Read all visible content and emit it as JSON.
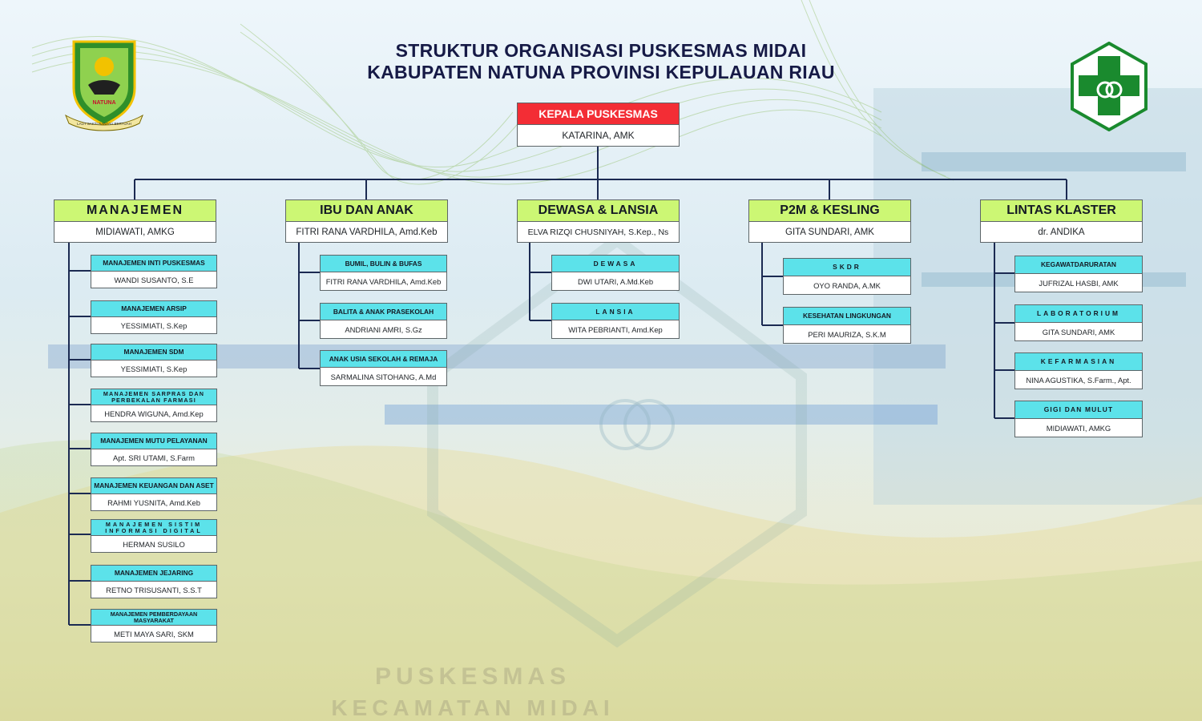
{
  "title": {
    "line1": "STRUKTUR ORGANISASI  PUSKESMAS MIDAI",
    "line2": "KABUPATEN NATUNA PROVINSI KEPULAUAN RIAU"
  },
  "logos": {
    "left_text": "NATUNA",
    "left_motto": "LAUT SAKTI RANTAU BERTUAH"
  },
  "background_text": {
    "line1": "PUSKESMAS",
    "line2": "KECAMATAN MIDAI"
  },
  "head": {
    "title": "KEPALA PUSKESMAS",
    "name": "KATARINA, AMK"
  },
  "departments": [
    {
      "title": "MANAJEMEN",
      "name": "MIDIAWATI, AMKG",
      "units": [
        {
          "title": "MANAJEMEN INTI PUSKESMAS",
          "name": "WANDI SUSANTO, S.E"
        },
        {
          "title": "MANAJEMEN ARSIP",
          "name": "YESSIMIATI, S.Kep"
        },
        {
          "title": "MANAJEMEN SDM",
          "name": "YESSIMIATI, S.Kep"
        },
        {
          "title": "MANAJEMEN SARPRAS DAN PERBEKALAN FARMASI",
          "name": "HENDRA WIGUNA, Amd.Kep"
        },
        {
          "title": "MANAJEMEN MUTU PELAYANAN",
          "name": "Apt. SRI UTAMI, S.Farm"
        },
        {
          "title": "MANAJEMEN KEUANGAN DAN ASET",
          "name": "RAHMI YUSNITA, Amd.Keb"
        },
        {
          "title": "MANAJEMEN SISTIM INFORMASI DIGITAL",
          "name": "HERMAN SUSILO"
        },
        {
          "title": "MANAJEMEN  JEJARING",
          "name": "RETNO TRISUSANTI, S.S.T"
        },
        {
          "title": "MANAJEMEN PEMBERDAYAAN MASYARAKAT",
          "name": "METI MAYA SARI, SKM"
        }
      ]
    },
    {
      "title": "IBU DAN ANAK",
      "name": "FITRI RANA VARDHILA, Amd.Keb",
      "units": [
        {
          "title": "BUMIL, BULIN & BUFAS",
          "name": "FITRI RANA VARDHILA, Amd.Keb"
        },
        {
          "title": "BALITA & ANAK PRASEKOLAH",
          "name": "ANDRIANI AMRI, S.Gz"
        },
        {
          "title": "ANAK USIA SEKOLAH & REMAJA",
          "name": "SARMALINA SITOHANG, A.Md"
        }
      ]
    },
    {
      "title": "DEWASA & LANSIA",
      "name": "ELVA RIZQI CHUSNIYAH, S.Kep., Ns",
      "units": [
        {
          "title": "DEWASA",
          "name": "DWI UTARI, A.Md.Keb"
        },
        {
          "title": "LANSIA",
          "name": "WITA PEBRIANTI, Amd.Kep"
        }
      ]
    },
    {
      "title": "P2M & KESLING",
      "name": "GITA SUNDARI, AMK",
      "units": [
        {
          "title": "SKDR",
          "name": "OYO RANDA, A.MK"
        },
        {
          "title": "KESEHATAN LINGKUNGAN",
          "name": "PERI MAURIZA, S.K.M"
        }
      ]
    },
    {
      "title": "LINTAS KLASTER",
      "name": "dr. ANDIKA",
      "units": [
        {
          "title": "KEGAWATDARURATAN",
          "name": "JUFRIZAL HASBI, AMK"
        },
        {
          "title": "LABORATORIUM",
          "name": "GITA SUNDARI, AMK"
        },
        {
          "title": "KEFARMASIAN",
          "name": "NINA AGUSTIKA, S.Farm., Apt."
        },
        {
          "title": "GIGI DAN MULUT",
          "name": "MIDIAWATI, AMKG"
        }
      ]
    }
  ],
  "colors": {
    "head_header": "#f32d35",
    "department_header": "#ccf774",
    "unit_header": "#5ce2ea",
    "connector": "#1b2a52",
    "title_text": "#161a46"
  }
}
